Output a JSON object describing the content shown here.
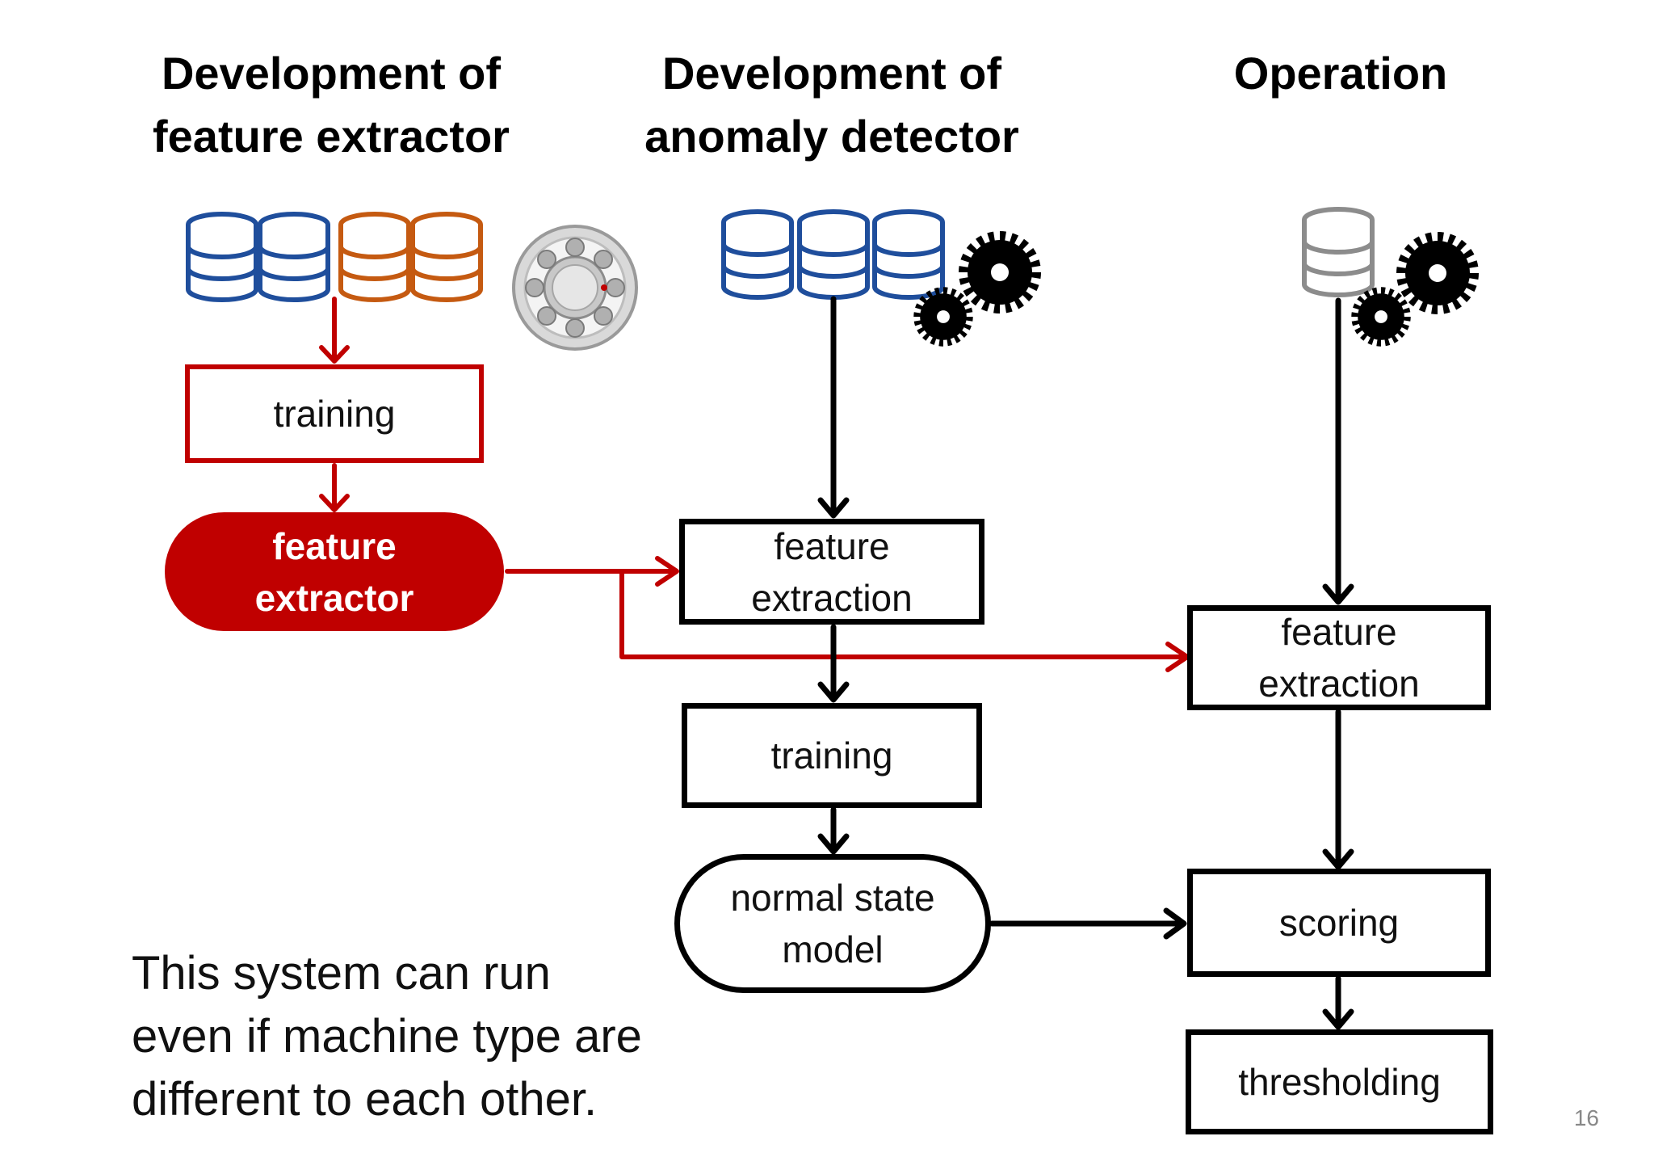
{
  "headings": {
    "col1": [
      "Development of",
      "feature extractor"
    ],
    "col2": [
      "Development of",
      "anomaly detector"
    ],
    "col3": "Operation"
  },
  "boxes": {
    "training_1": "training",
    "feature_extractor": [
      "feature",
      "extractor"
    ],
    "feature_extraction_1": [
      "feature",
      "extraction"
    ],
    "training_2": "training",
    "normal_state_model": [
      "normal state",
      "model"
    ],
    "feature_extraction_2": [
      "feature",
      "extraction"
    ],
    "scoring": "scoring",
    "thresholding": "thresholding"
  },
  "note": [
    "This system can run",
    "even if machine type are",
    "different to each other."
  ],
  "page_number": "16",
  "icons": [
    "database-icon",
    "bearing-icon",
    "gear-icon"
  ],
  "colors": {
    "red": "#c00000",
    "blue_db": "#1f4e9c",
    "orange_db": "#c55a11",
    "gray_db": "#8c8c8c",
    "black": "#000000"
  }
}
